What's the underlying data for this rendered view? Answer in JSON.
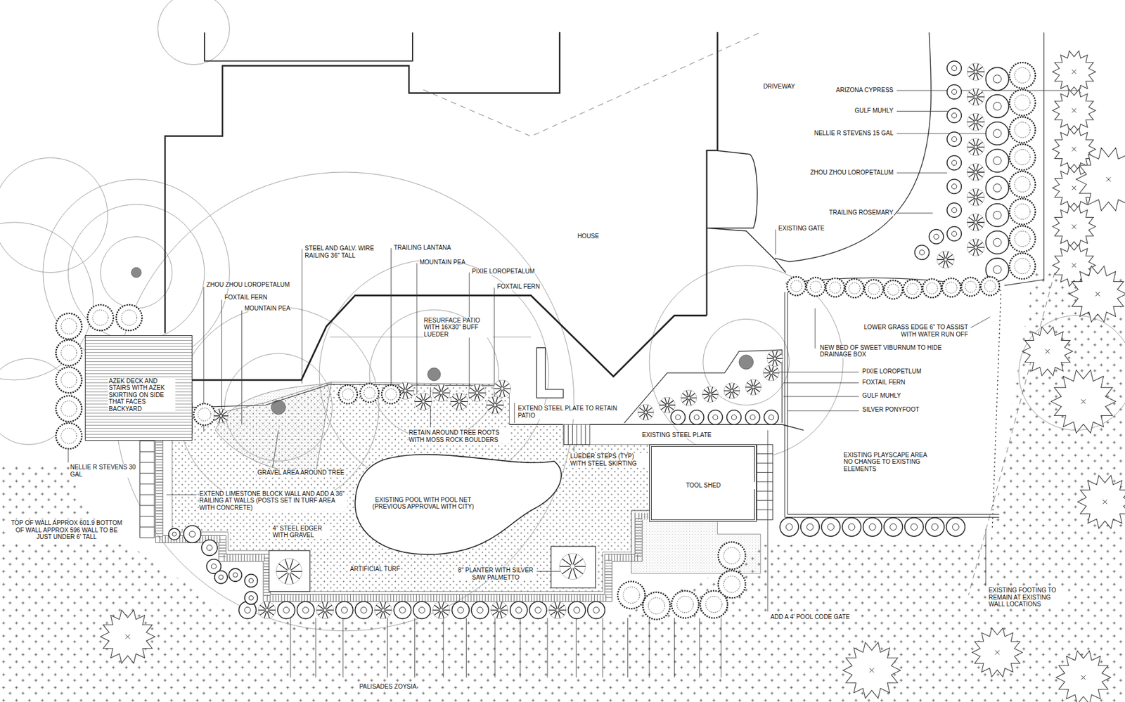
{
  "diagram": {
    "nodes": [
      {
        "text": [
          "HOUSE"
        ]
      },
      {
        "text": [
          "AZEK DECK AND STAIRS WITH AZEK SKIRTING ON SIDE THAT FACES BACKYARD"
        ]
      },
      {
        "text": [
          "EXISTING POOL WITH POOL NET (PREVIOUS APPROVAL WITH CITY)"
        ]
      },
      {
        "text": [
          "TOOL SHED"
        ]
      },
      {
        "text": [
          "EXISTING PLAYSCAPE AREA NO CHANGE TO EXISTING ELEMENTS"
        ]
      }
    ],
    "labels": [
      "DRIVEWAY",
      "ARIZONA CYPRESS",
      "GULF MUHLY",
      "NELLIE R STEVENS 15 GAL",
      "ZHOU ZHOU LOROPETALUM",
      "TRAILING ROSEMARY",
      "EXISTING GATE",
      "ZHOU ZHOU LOROPETALUM",
      "FOXTAIL FERN",
      "MOUNTAIN PEA",
      "STEEL AND GALV. WIRE RAILING 36\" TALL",
      "TRAILING LANTANA",
      "MOUNTAIN PEA",
      "PIXIE LOROPETALUM",
      "FOXTAIL FERN",
      "RESURFACE PATIO WITH 16X30\" BUFF LUEDER",
      "LOWER GRASS EDGE 6\" TO ASSIST WITH WATER RUN OFF",
      "NEW BED OF SWEET VIBURNUM TO HIDE DRAINAGE BOX",
      "PIXIE LOROPETLUM",
      "FOXTAIL FERN",
      "GULF MUHLY",
      "SILVER PONYFOOT",
      "EXTEND STEEL PLATE TO RETAIN PATIO",
      "EXISTING STEEL PLATE",
      "RETAIN AROUND TREE ROOTS WITH MOSS ROCK BOULDERS",
      "LUEDER STEPS (TYP) WITH STEEL SKIRTING",
      "GRAVEL AREA AROUND TREE",
      "NELLIE R STEVENS 30 GAL",
      "EXTEND LIMESTONE BLOCK WALL AND ADD A 36\" RAILING AT WALLS (POSTS SET IN TURF AREA WITH CONCRETE)",
      "TOP OF WALL APPROX 601.9 BOTTOM OF WALL APPROX 596 WALL TO BE JUST UNDER 6' TALL",
      "4\" STEEL EDGER WITH GRAVEL",
      "ARTIFICIAL TURF",
      "8\" PLANTER WITH SILVER SAW PALMETTO",
      "ADD A 4' POOL CODE GATE",
      "EXISTING FOOTING TO REMAIN AT EXISTING WALL LOCATIONS",
      "PALISADES ZOYSIA"
    ]
  }
}
